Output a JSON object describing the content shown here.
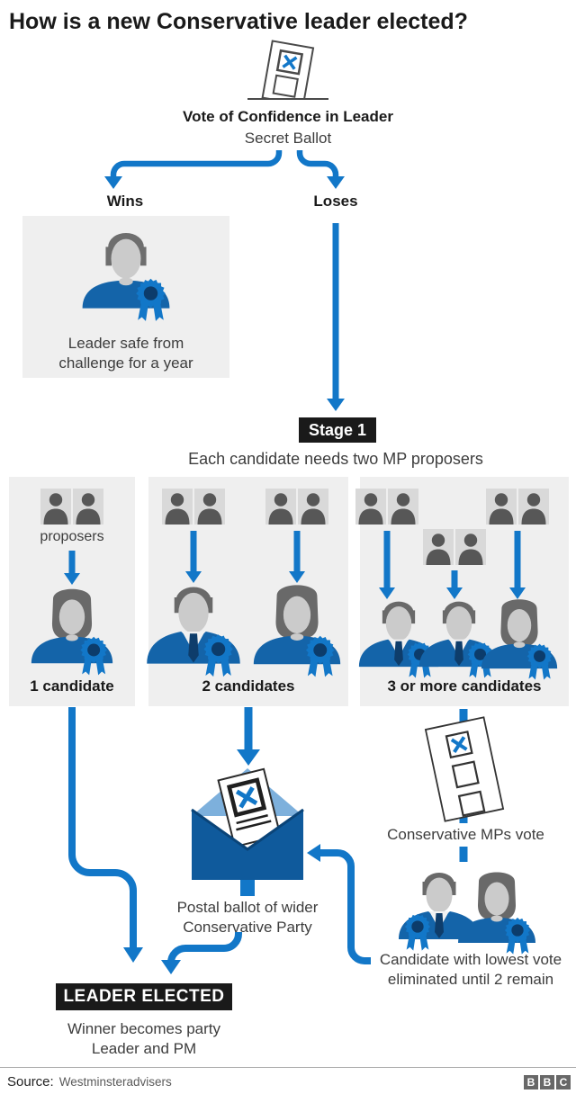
{
  "title": "How is a new Conservative leader elected?",
  "confidence": {
    "title": "Vote of Confidence in Leader",
    "subtitle": "Secret Ballot"
  },
  "branches": {
    "wins_label": "Wins",
    "loses_label": "Loses",
    "wins_result": "Leader safe from challenge for a year"
  },
  "stage1": {
    "label": "Stage 1",
    "caption": "Each candidate needs two MP proposers"
  },
  "panels": [
    {
      "proposers_label": "proposers",
      "caption": "1 candidate"
    },
    {
      "caption": "2 candidates"
    },
    {
      "caption": "3 or more candidates"
    }
  ],
  "postal": {
    "caption": "Postal ballot of wider Conservative Party"
  },
  "mps_vote_caption": "Conservative MPs vote",
  "elimination_caption": "Candidate with lowest vote eliminated until 2 remain",
  "result": {
    "label": "LEADER ELECTED",
    "caption": "Winner becomes party Leader and PM"
  },
  "footer": {
    "source_label": "Source:",
    "source_value": "Westminsteradvisers",
    "logo": [
      "B",
      "B",
      "C"
    ]
  },
  "colors": {
    "arrow_blue": "#1277C8",
    "suit_blue": "#1464A9",
    "rosette_center": "#0C3C6B",
    "envelope_body": "#0F5A9C",
    "envelope_flap": "#7DB0DC",
    "panel_gray": "#EFEFEF",
    "box_dark": "#1A1A1A"
  }
}
